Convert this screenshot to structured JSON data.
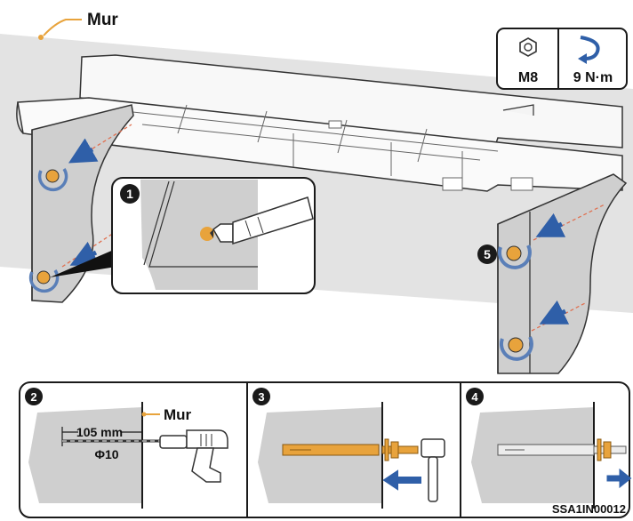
{
  "main": {
    "wall_label": "Mur"
  },
  "spec_box": {
    "bolt_size": "M8",
    "torque": "9 N·m",
    "nut_icon": "hex-nut-icon",
    "rotation_icon": "rotate-arrow-icon"
  },
  "callouts": {
    "step1": "1",
    "step5": "5"
  },
  "panels": {
    "step2": {
      "number": "2",
      "depth": "105 mm",
      "diameter": "Φ10",
      "wall_label": "Mur"
    },
    "step3": {
      "number": "3"
    },
    "step4": {
      "number": "4"
    }
  },
  "figure_id": "SSA1IN00012",
  "colors": {
    "wall_gray": "#e3e3e3",
    "bracket_gray": "#cfcfcf",
    "orange": "#e8a33c",
    "blue": "#2f5fa8",
    "dark": "#1a1a1a"
  }
}
